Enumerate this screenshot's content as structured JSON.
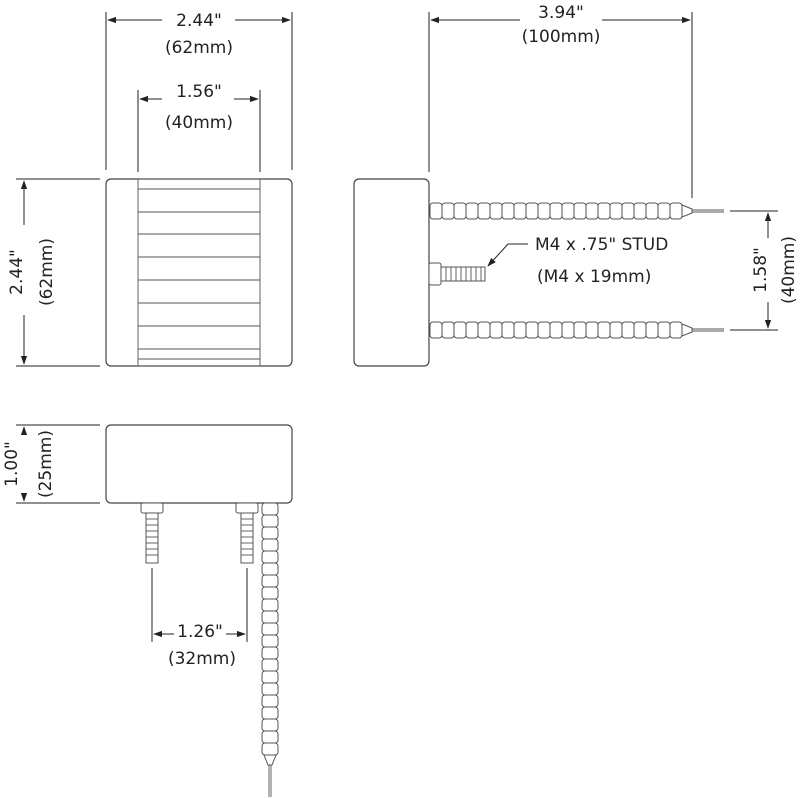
{
  "top_view": {
    "width_in": "2.44\"",
    "width_mm": "(62mm)",
    "inner_in": "1.56\"",
    "inner_mm": "(40mm)",
    "height_in": "2.44\"",
    "height_mm": "(62mm)"
  },
  "side_view": {
    "length_in": "3.94\"",
    "length_mm": "(100mm)",
    "lead_spacing_in": "1.58\"",
    "lead_spacing_mm": "(40mm)",
    "stud_label": "M4 x .75\" STUD",
    "stud_label_mm": "(M4 x 19mm)"
  },
  "front_view": {
    "height_in": "1.00\"",
    "height_mm": "(25mm)",
    "stud_spacing_in": "1.26\"",
    "stud_spacing_mm": "(32mm)"
  }
}
